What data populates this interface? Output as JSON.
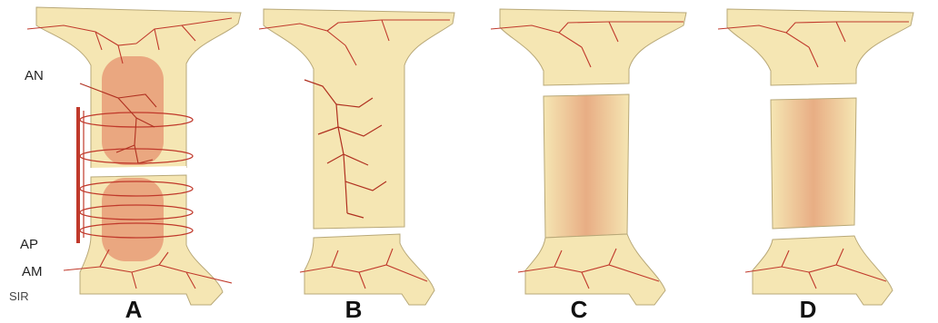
{
  "labels": {
    "an": "AN",
    "ap": "AP",
    "am": "AM",
    "corner": "SIR"
  },
  "panels": [
    {
      "caption": "A"
    },
    {
      "caption": "B"
    },
    {
      "caption": "C"
    },
    {
      "caption": "D"
    }
  ],
  "colors": {
    "bone_fill": "#f5e6b3",
    "bone_outline": "#b8a878",
    "vessel": "#c0392b",
    "graft_core": "#e9a07a",
    "canal": "#eab88a"
  }
}
